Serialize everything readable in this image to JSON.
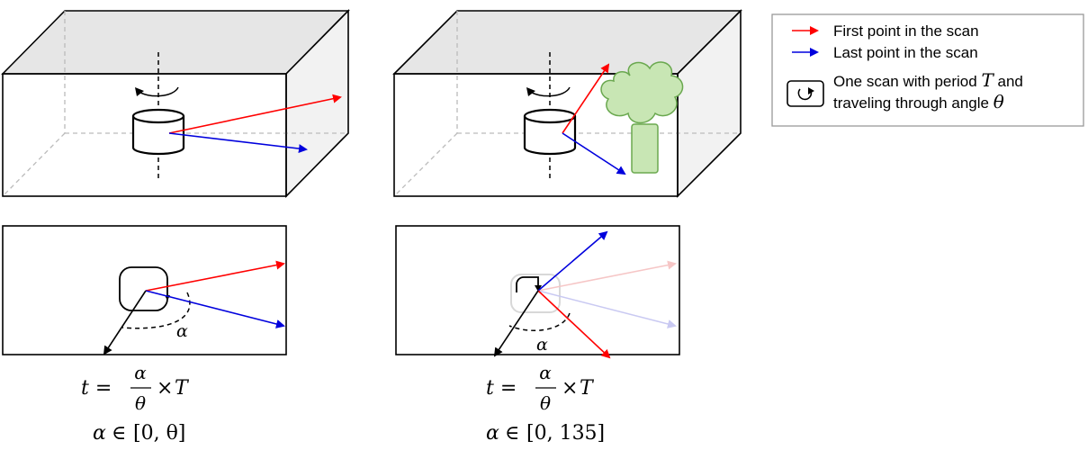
{
  "legend": {
    "items": [
      {
        "text": "First point in the scan",
        "color": "#ff0000"
      },
      {
        "text": "Last point in the scan",
        "color": "#0000dd"
      }
    ],
    "scan_line1_prefix": "One scan with period",
    "scan_line1_symbol": "T",
    "scan_line1_suffix": "and",
    "scan_line2_prefix": "traveling through angle",
    "scan_line2_symbol": "θ",
    "icon": "rotating-scan-icon"
  },
  "colors": {
    "first_point": "#ff0000",
    "last_point": "#0000dd",
    "tree_fill": "#c8e6b4",
    "tree_stroke": "#6aa84f",
    "box_top": "#e6e6e6",
    "box_side": "#f2f2f2"
  },
  "panels": [
    {
      "angle_label": "α",
      "formula": {
        "lhs": "t =",
        "num": "α",
        "den": "θ",
        "times": "×",
        "rhs": "T"
      },
      "range": {
        "var": "α",
        "in": "∈",
        "interval": "[0, θ]"
      }
    },
    {
      "angle_label": "α",
      "formula": {
        "lhs": "t =",
        "num": "α",
        "den": "θ",
        "times": "×",
        "rhs": "T"
      },
      "range": {
        "var": "α",
        "in": "∈",
        "interval": "[0, 135]"
      }
    }
  ]
}
